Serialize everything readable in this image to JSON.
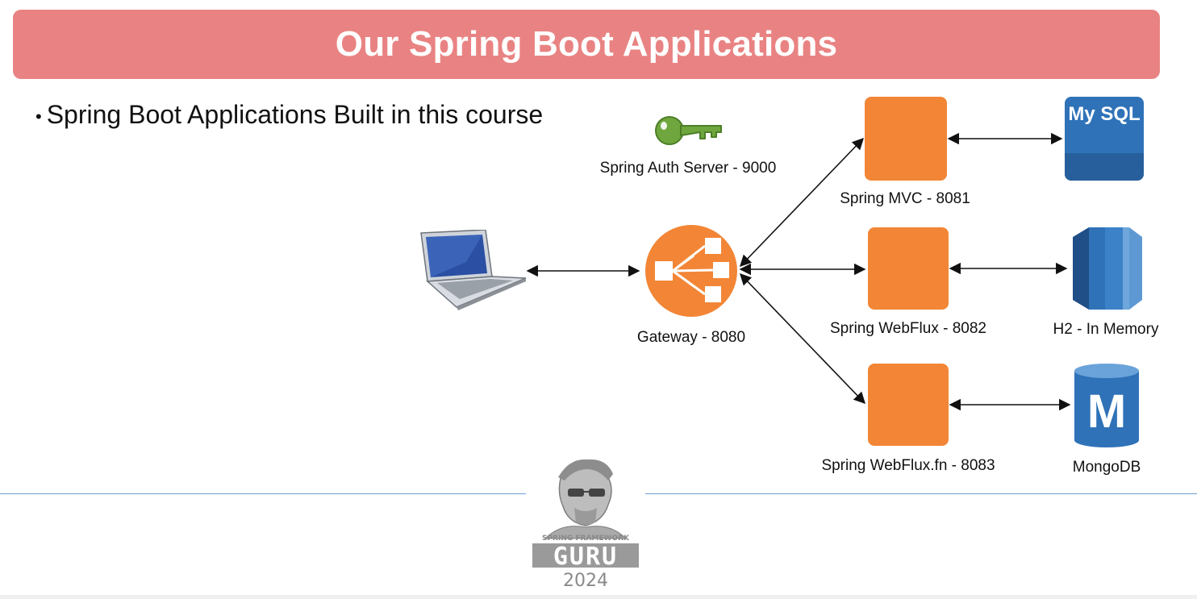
{
  "header": {
    "title": "Our Spring Boot Applications"
  },
  "bullets": [
    "Spring Boot Applications Built in this course"
  ],
  "nodes": {
    "auth": {
      "label": "Spring Auth Server - 9000",
      "icon": "key-icon"
    },
    "client": {
      "icon": "laptop-icon"
    },
    "gateway": {
      "label": "Gateway - 8080",
      "icon": "load-balancer-icon"
    },
    "mvc": {
      "label": "Spring MVC - 8081",
      "icon": "service-box-icon"
    },
    "webflux": {
      "label": "Spring WebFlux - 8082",
      "icon": "service-box-icon"
    },
    "webfluxfn": {
      "label": "Spring WebFlux.fn - 8083",
      "icon": "service-box-icon"
    },
    "mysql": {
      "label": "My SQL",
      "icon": "mysql-database-icon"
    },
    "h2": {
      "label": "H2 - In Memory",
      "icon": "database-icon"
    },
    "mongodb": {
      "label": "MongoDB",
      "icon": "mongodb-database-icon",
      "glyph": "M"
    }
  },
  "logo": {
    "line1": "SPRING FRAMEWORK",
    "line2": "GURU",
    "year": "2024"
  },
  "colors": {
    "header": "#e98383",
    "service": "#f28636",
    "database": "#2f72b8",
    "key": "#6fa63d",
    "rule": "#6a9fd4"
  }
}
